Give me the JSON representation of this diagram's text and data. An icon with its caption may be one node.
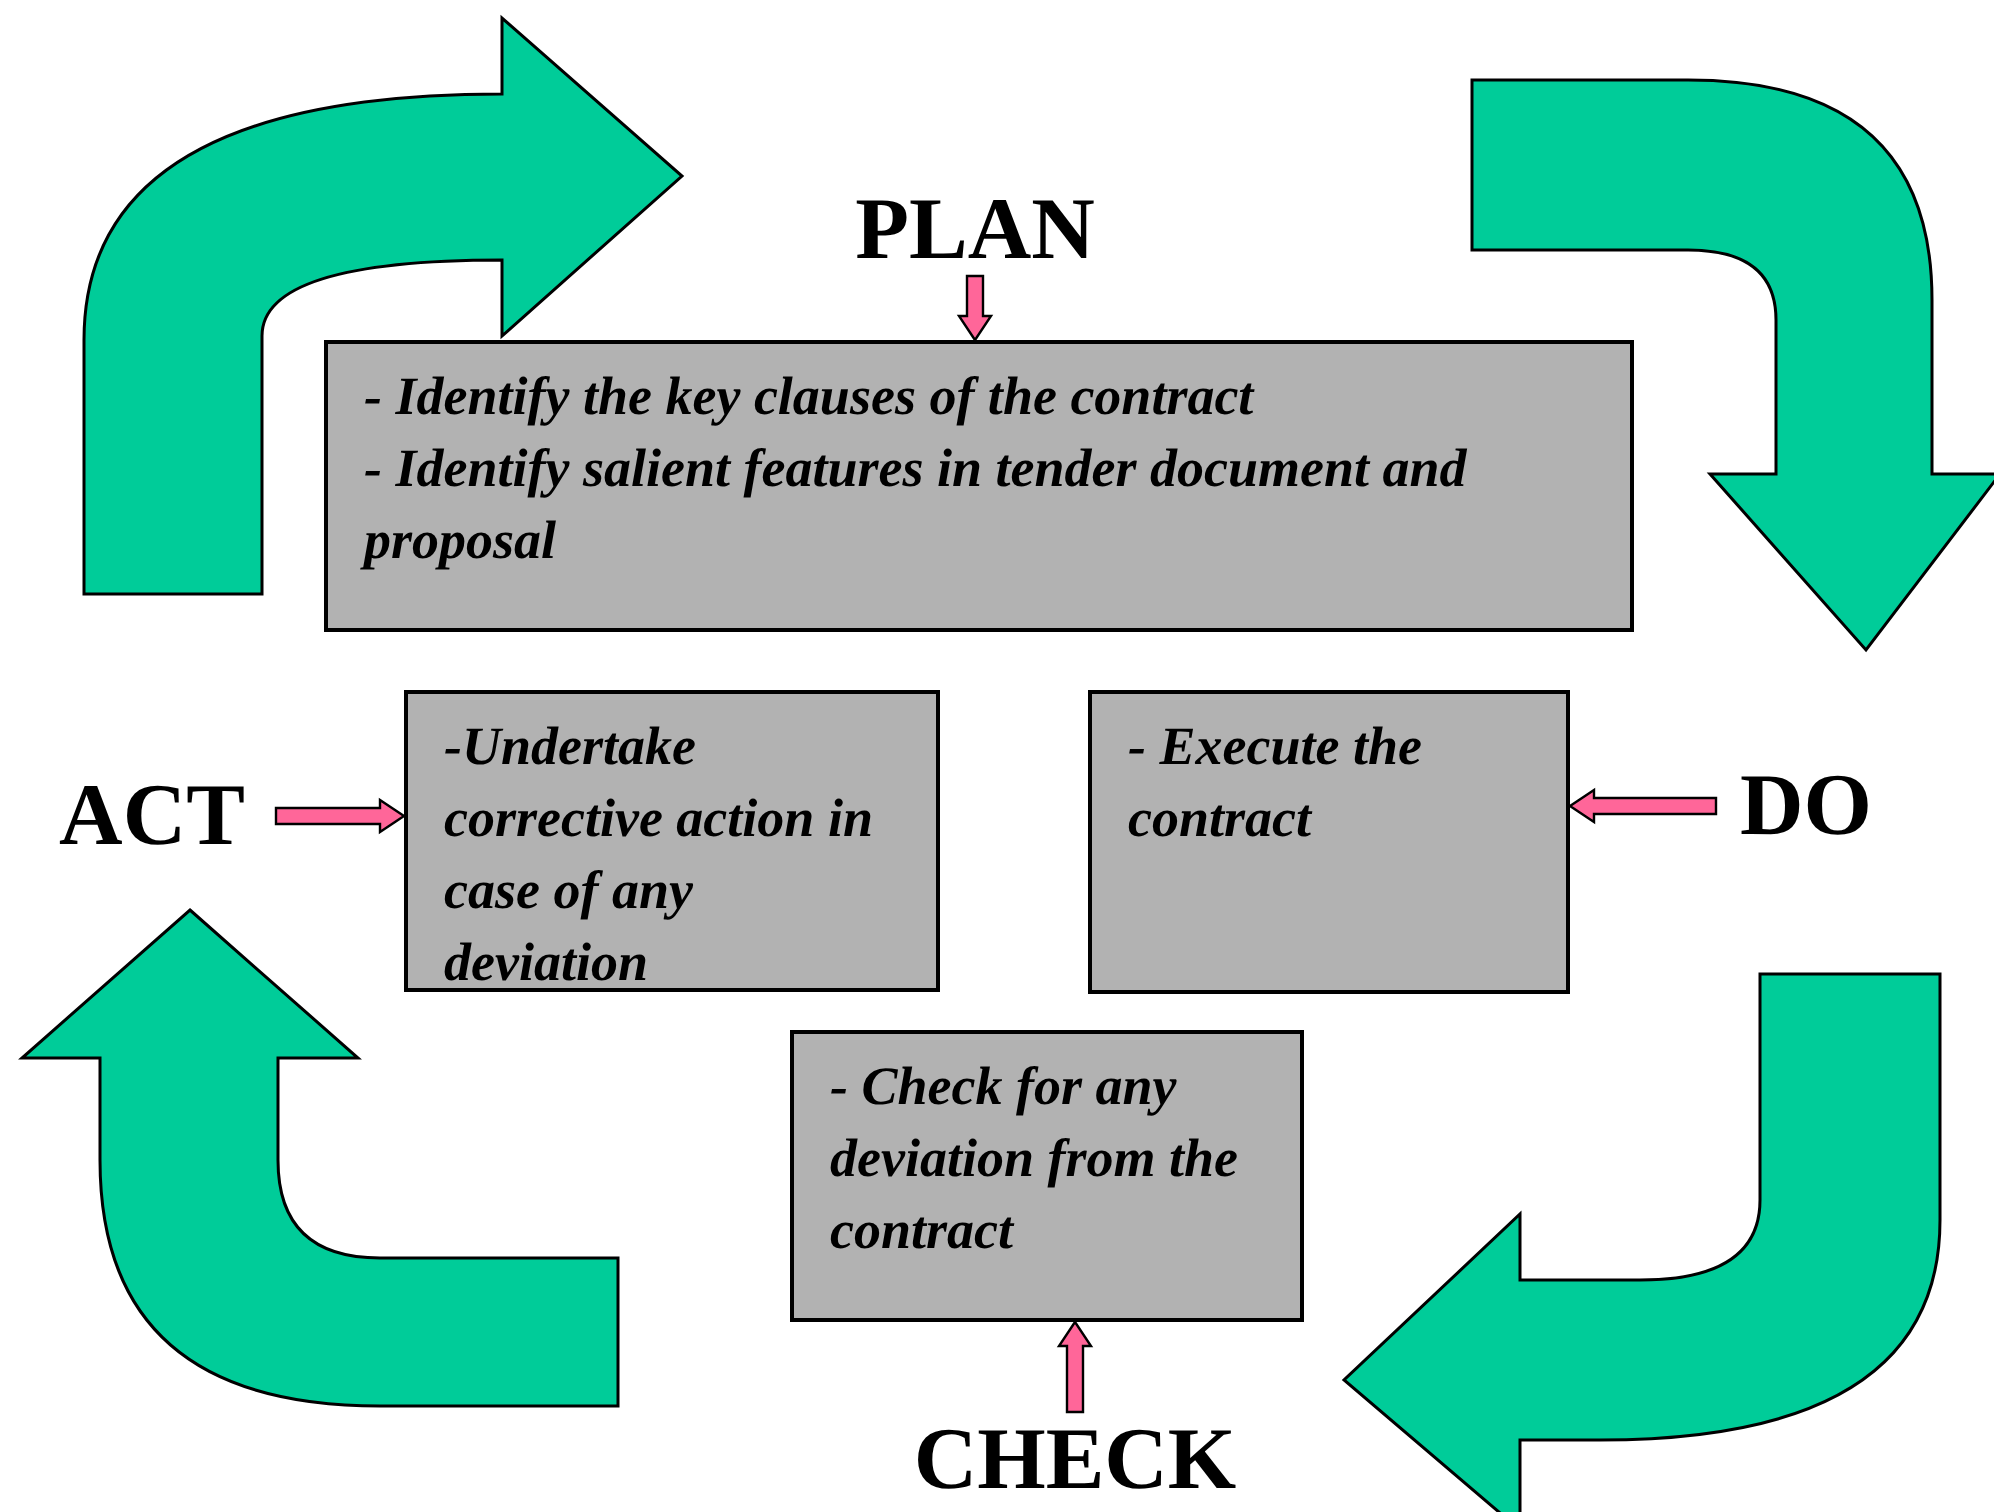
{
  "diagram": {
    "nodes": [
      {
        "text": [
          "PLAN"
        ]
      },
      {
        "text": [
          "- Identify the key clauses of the contract",
          "- Identify salient features in tender document and proposal"
        ]
      },
      {
        "text": [
          "ACT"
        ]
      },
      {
        "text": [
          "-Undertake corrective action in case of any deviation"
        ]
      },
      {
        "text": [
          "- Execute the contract"
        ]
      },
      {
        "text": [
          "DO"
        ]
      },
      {
        "text": [
          "- Check for any deviation from the contract"
        ]
      },
      {
        "text": [
          "CHECK"
        ]
      }
    ],
    "edges": [
      {
        "from": 0,
        "to": 1,
        "arrow": "to"
      },
      {
        "from": 2,
        "to": 3,
        "arrow": "to"
      },
      {
        "from": 5,
        "to": 4,
        "arrow": "to"
      },
      {
        "from": 7,
        "to": 6,
        "arrow": "to"
      }
    ]
  }
}
